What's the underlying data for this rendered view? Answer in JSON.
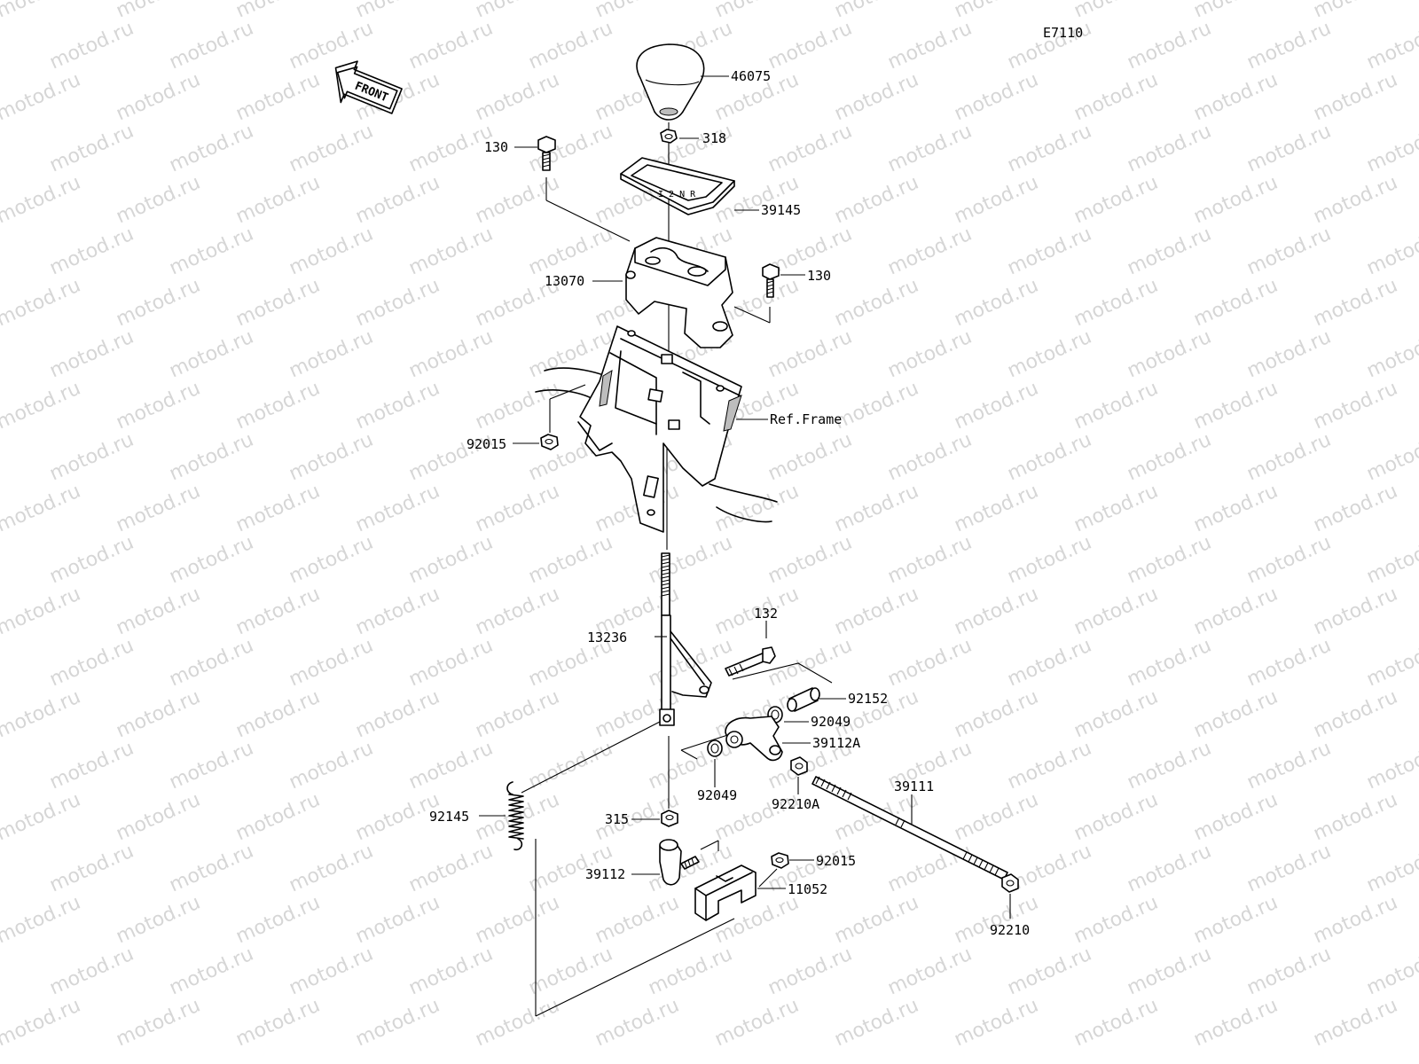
{
  "diagram_code": "E7110",
  "watermark_text": "motod.ru",
  "front_arrow": {
    "label": "FRONT",
    "icon": "front-arrow-icon"
  },
  "callouts": [
    {
      "id": "46075",
      "text": "46075"
    },
    {
      "id": "318",
      "text": "318"
    },
    {
      "id": "130-top",
      "text": "130"
    },
    {
      "id": "39145",
      "text": "39145"
    },
    {
      "id": "130-right",
      "text": "130"
    },
    {
      "id": "13070",
      "text": "13070"
    },
    {
      "id": "ref-frame",
      "text": "Ref.Frame"
    },
    {
      "id": "92015-left",
      "text": "92015"
    },
    {
      "id": "132",
      "text": "132"
    },
    {
      "id": "13236",
      "text": "13236"
    },
    {
      "id": "92152",
      "text": "92152"
    },
    {
      "id": "92049-right",
      "text": "92049"
    },
    {
      "id": "39112A",
      "text": "39112A"
    },
    {
      "id": "92049-bottom",
      "text": "92049"
    },
    {
      "id": "92210A",
      "text": "92210A"
    },
    {
      "id": "39111",
      "text": "39111"
    },
    {
      "id": "92145",
      "text": "92145"
    },
    {
      "id": "315",
      "text": "315"
    },
    {
      "id": "92015-right",
      "text": "92015"
    },
    {
      "id": "39112",
      "text": "39112"
    },
    {
      "id": "11052",
      "text": "11052"
    },
    {
      "id": "92210",
      "text": "92210"
    }
  ]
}
